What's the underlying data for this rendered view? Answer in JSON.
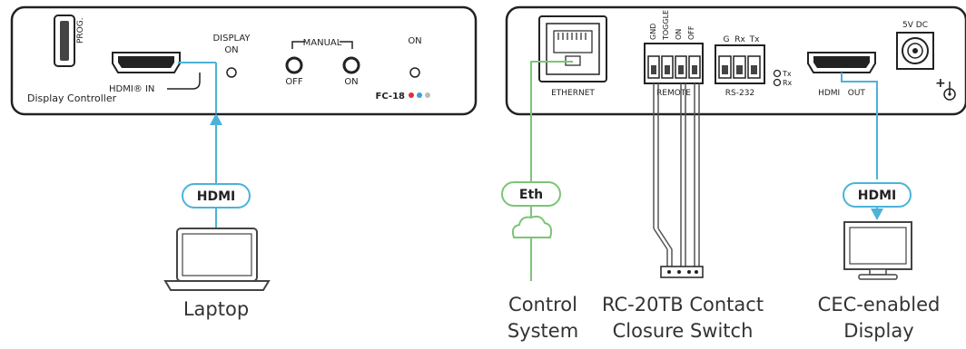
{
  "front_panel": {
    "prog_label": "PROG.",
    "hdmi_in_label": "HDMI® IN",
    "display_on_label": "DISPLAY ON",
    "display_label": "DISPLAY",
    "on_label": "ON",
    "manual_label": "MANUAL",
    "off_label": "OFF",
    "manual_on_label": "ON",
    "power_on_label": "ON",
    "name": "Display Controller",
    "model": "FC-18"
  },
  "rear_panel": {
    "ethernet_label": "ETHERNET",
    "remote_label": "REMOTE",
    "remote_pins": [
      "GND",
      "TOGGLE",
      "ON",
      "OFF"
    ],
    "rs232_label": "RS-232",
    "rs232_pins": [
      "G",
      "Rx",
      "Tx"
    ],
    "tx_label": "Tx",
    "rx_label": "Rx",
    "hdmi_out_label": "HDMI   OUT",
    "power_label": "5V DC"
  },
  "connections": {
    "hdmi_in_pill": "HDMI",
    "eth_pill": "Eth",
    "hdmi_out_pill": "HDMI"
  },
  "devices": {
    "laptop": "Laptop",
    "control_system": [
      "Control",
      "System"
    ],
    "switch": [
      "RC-20TB Contact",
      "Closure Switch"
    ],
    "display": [
      "CEC-enabled",
      "Display"
    ]
  },
  "colors": {
    "hdmi_line": "#4ab3d9",
    "eth_line": "#7cc576",
    "pill_border_hdmi": "#4ab3d9",
    "pill_border_eth": "#7cc576",
    "panel_border": "#222222",
    "led_red": "#e03030",
    "led_blue": "#3aa0e0",
    "led_gray": "#bbbbbb"
  }
}
